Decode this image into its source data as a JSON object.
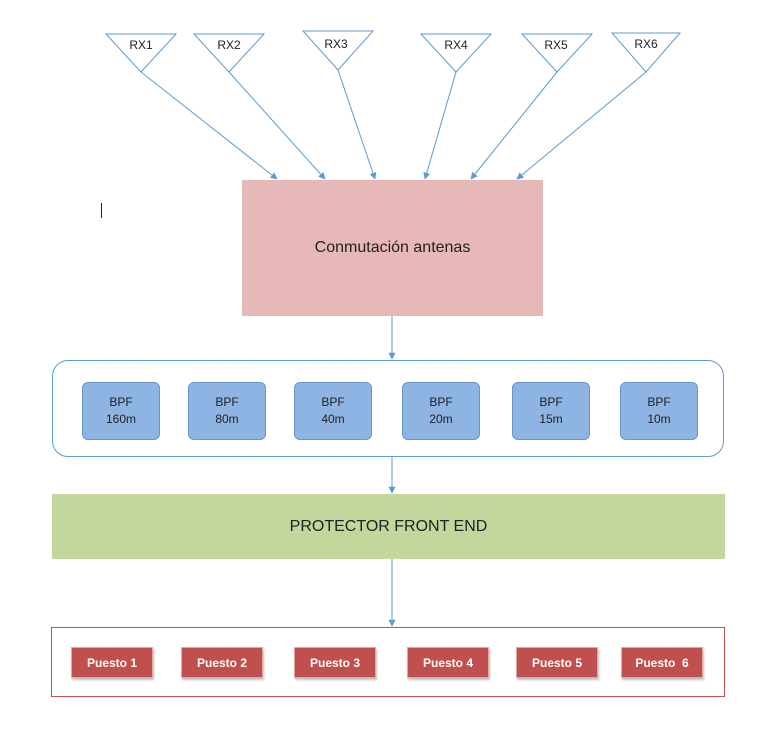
{
  "antennas": [
    {
      "label": "RX1"
    },
    {
      "label": "RX2"
    },
    {
      "label": "RX3"
    },
    {
      "label": "RX4"
    },
    {
      "label": "RX5"
    },
    {
      "label": "RX6"
    }
  ],
  "switch": {
    "label": "Conmutación antenas"
  },
  "filters": [
    {
      "title": "BPF",
      "band": "160m"
    },
    {
      "title": "BPF",
      "band": "80m"
    },
    {
      "title": "BPF",
      "band": "40m"
    },
    {
      "title": "BPF",
      "band": "20m"
    },
    {
      "title": "BPF",
      "band": "15m"
    },
    {
      "title": "BPF",
      "band": "10m"
    }
  ],
  "protector": {
    "label": "PROTECTOR FRONT END"
  },
  "stations": [
    {
      "label": "Puesto 1"
    },
    {
      "label": "Puesto 2"
    },
    {
      "label": "Puesto 3"
    },
    {
      "label": "Puesto 4"
    },
    {
      "label": "Puesto 5"
    },
    {
      "label": "Puesto  6"
    }
  ],
  "colors": {
    "arrow": "#5b9bd5",
    "switch_fill": "#e6b8b7",
    "filter_fill": "#8eb4e3",
    "protector_fill": "#c3d69b",
    "station_fill": "#c0504d"
  }
}
